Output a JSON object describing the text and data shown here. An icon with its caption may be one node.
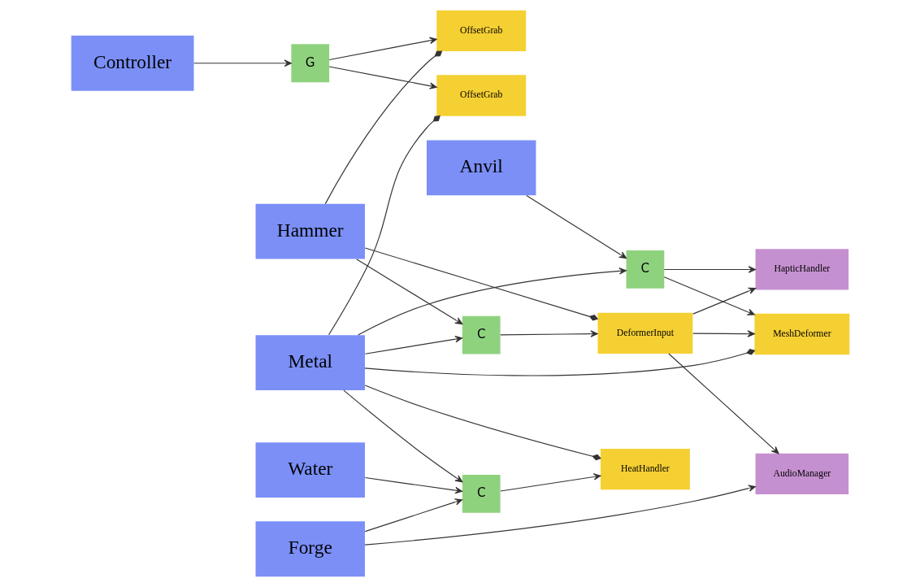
{
  "diagram": {
    "nodes": [
      {
        "text": [
          "Controller"
        ]
      },
      {
        "text": [
          "G"
        ]
      },
      {
        "text": [
          "C"
        ]
      },
      {
        "text": [
          "Metal"
        ]
      },
      {
        "text": [
          "OffsetGrab"
        ]
      },
      {
        "text": [
          "MeshDeformer"
        ]
      },
      {
        "text": [
          "HeatHandler"
        ]
      },
      {
        "text": [
          "OffsetGrab"
        ]
      },
      {
        "text": [
          "DeformerInput"
        ]
      },
      {
        "text": [
          "Hammer"
        ]
      },
      {
        "text": [
          "HapticHandler"
        ]
      },
      {
        "text": [
          "AudioManager"
        ]
      },
      {
        "text": [
          "C"
        ]
      },
      {
        "text": [
          "Anvil"
        ]
      },
      {
        "text": [
          "C"
        ]
      },
      {
        "text": [
          "Forge"
        ]
      },
      {
        "text": [
          "Water"
        ]
      }
    ],
    "edges": [
      {
        "from": 0,
        "to": 1,
        "arrow": "to"
      },
      {
        "from": 1,
        "to": 4,
        "arrow": "to"
      },
      {
        "from": 1,
        "to": 7,
        "arrow": "to"
      },
      {
        "from": 3,
        "to": 2,
        "arrow": "to"
      },
      {
        "from": 9,
        "to": 2,
        "arrow": "to"
      },
      {
        "from": 2,
        "to": 8,
        "arrow": "to"
      },
      {
        "from": 3,
        "to": 4,
        "arrow": "other"
      },
      {
        "from": 3,
        "to": 5,
        "arrow": "other"
      },
      {
        "from": 3,
        "to": 6,
        "arrow": "other"
      },
      {
        "from": 9,
        "to": 7,
        "arrow": "other"
      },
      {
        "from": 9,
        "to": 8,
        "arrow": "other"
      },
      {
        "from": 8,
        "to": 5,
        "arrow": "to"
      },
      {
        "from": 8,
        "to": 10,
        "arrow": "to"
      },
      {
        "from": 8,
        "to": 11,
        "arrow": "to"
      },
      {
        "from": 12,
        "to": 5,
        "arrow": "to"
      },
      {
        "from": 12,
        "to": 10,
        "arrow": "to"
      },
      {
        "from": 3,
        "to": 12,
        "arrow": "to"
      },
      {
        "from": 13,
        "to": 12,
        "arrow": "to"
      },
      {
        "from": 3,
        "to": 14,
        "arrow": "to"
      },
      {
        "from": 15,
        "to": 14,
        "arrow": "to"
      },
      {
        "from": 14,
        "to": 6,
        "arrow": "to"
      },
      {
        "from": 16,
        "to": 14,
        "arrow": "to"
      },
      {
        "from": 15,
        "to": 11,
        "arrow": "to"
      }
    ]
  }
}
